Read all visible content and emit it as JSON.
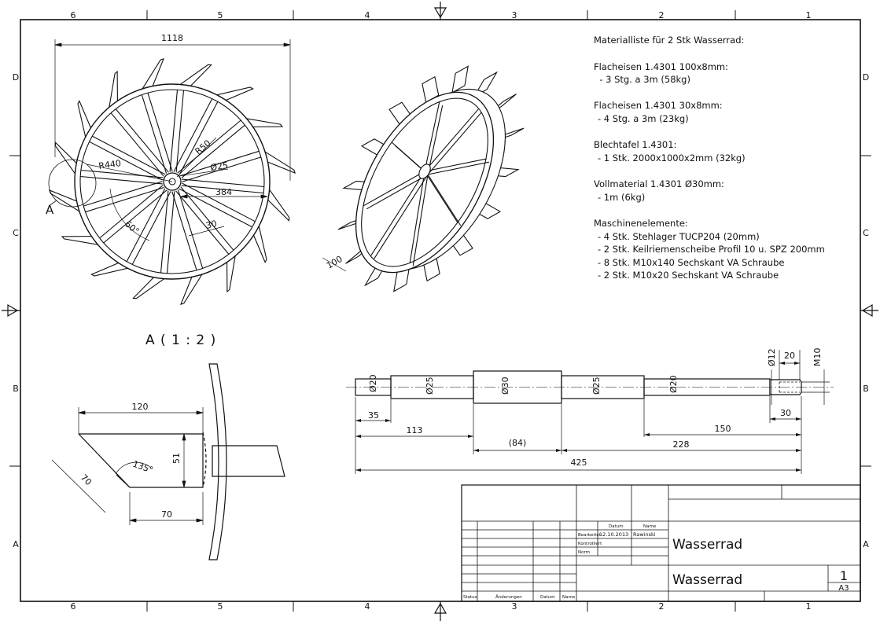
{
  "zones": {
    "columns": [
      "6",
      "5",
      "4",
      "3",
      "2",
      "1"
    ],
    "rows": [
      "D",
      "C",
      "B",
      "A"
    ]
  },
  "wheel_front": {
    "overall_width": "1118",
    "r_inner": "R440",
    "r_hub": "R50",
    "hub_dia": "Ø25",
    "offset": "384",
    "angle": "60°",
    "spoke_width": "30",
    "detail_marker": "A"
  },
  "wheel_iso": {
    "paddle_depth": "100"
  },
  "detail": {
    "title": "A ( 1 : 2 )",
    "dim_top": "120",
    "dim_height": "51",
    "dim_slant": "70",
    "dim_angle": "135°",
    "dim_bottom": "70"
  },
  "materials": {
    "heading": "Materialliste für 2 Stk Wasserrad:",
    "groups": [
      {
        "title": "Flacheisen 1.4301 100x8mm:",
        "items": [
          "- 3 Stg. a 3m (58kg)"
        ]
      },
      {
        "title": "Flacheisen 1.4301 30x8mm:",
        "items": [
          "- 4 Stg. a 3m (23kg)"
        ]
      },
      {
        "title": "Blechtafel 1.4301:",
        "items": [
          "- 1 Stk. 2000x1000x2mm (32kg)"
        ]
      },
      {
        "title": "Vollmaterial 1.4301 Ø30mm:",
        "items": [
          "- 1m (6kg)"
        ]
      },
      {
        "title": "Maschinenelemente:",
        "items": [
          "- 4 Stk. Stehlager TUCP204 (20mm)",
          "- 2 Stk. Keilriemenscheibe Profil 10 u. SPZ 200mm",
          "- 8 Stk. M10x140 Sechskant VA Schraube",
          "- 2 Stk. M10x20 Sechskant VA Schraube"
        ]
      }
    ]
  },
  "shaft": {
    "diameters": [
      "Ø20",
      "Ø25",
      "Ø30",
      "Ø25",
      "Ø20"
    ],
    "thread_dia": "Ø12",
    "thread_len": "20",
    "thread": "M10",
    "dim_35": "35",
    "dim_30": "30",
    "dim_113": "113",
    "dim_84": "(84)",
    "dim_150": "150",
    "dim_228": "228",
    "dim_425": "425"
  },
  "title_block": {
    "datum_label": "Datum",
    "name_label": "Name",
    "bearb_label": "Bearbeitet",
    "bearb_date": "12.10.2013",
    "bearb_name": "Rawinski",
    "gepr_label": "Kontrolliert",
    "norm_label": "Norm",
    "status_label": "Status",
    "aenderung_label": "Änderungen",
    "datum2_label": "Datum",
    "name2_label": "Name",
    "title": "Wasserrad",
    "drawing_name": "Wasserrad",
    "sheet_number": "1",
    "format": "A3"
  }
}
